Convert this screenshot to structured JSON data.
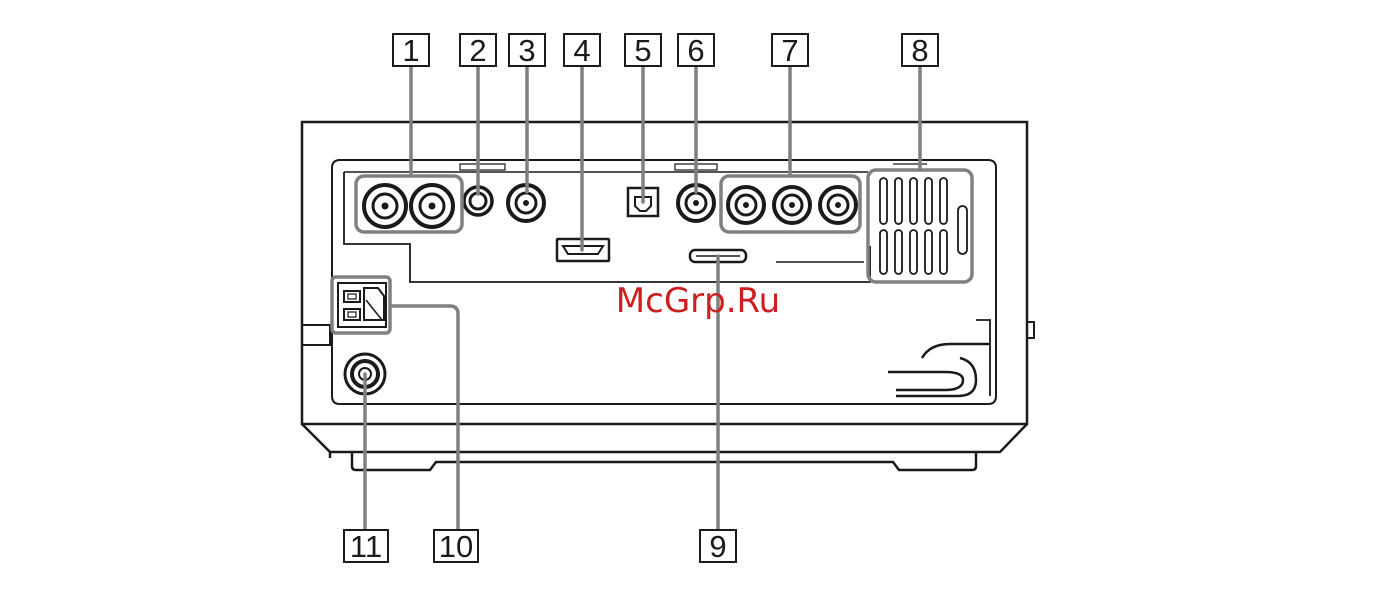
{
  "callouts": [
    "1",
    "2",
    "3",
    "4",
    "5",
    "6",
    "7",
    "8",
    "9",
    "10",
    "11"
  ],
  "watermark": "McGrp.Ru",
  "colors": {
    "outline": "#1a1a1a",
    "leader": "#808080",
    "watermark": "#cc2020"
  }
}
